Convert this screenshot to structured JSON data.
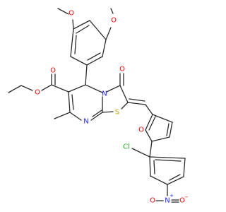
{
  "molecule": {
    "atoms": {
      "o_ome_top": "O",
      "o_ome_mid": "O",
      "o_ester_carbonyl": "O",
      "o_ester": "O",
      "n_ring": "N",
      "o_ketone": "O",
      "s_ring": "S",
      "n_imine": "N",
      "o_furan": "O",
      "cl": "Cl",
      "n_nitro": "N",
      "o_nitro_1": "O",
      "o_nitro_2": "O"
    },
    "charges": {
      "n_nitro": "+",
      "o_nitro_2": "−"
    },
    "colors": {
      "bond": "#2a2a2a",
      "oxygen": "#ff0000",
      "nitrogen": "#2020ff",
      "sulfur": "#b8a800",
      "chlorine": "#22aa22"
    }
  }
}
